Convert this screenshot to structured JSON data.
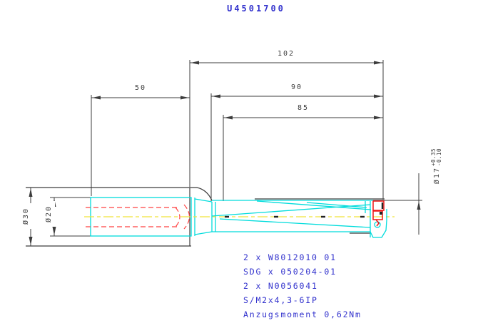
{
  "title": "U4501700",
  "dims": {
    "d102": "102",
    "d90": "90",
    "d85": "85",
    "d50": "50",
    "dia30": "Ø30",
    "dia20": "Ø20",
    "dia17": "Ø17",
    "dia17_tol_plus": "+0.35",
    "dia17_tol_minus": "-0.10"
  },
  "notes": [
    "2 x W8012010 01",
    "SDG x 050204-01",
    "2 x N0056041",
    "S/M2x4,3-6IP",
    "Anzugsmoment 0,62Nm"
  ],
  "colors": {
    "outline": "#00dcdc",
    "hidden": "#ff4040",
    "insert": "#ee1515",
    "centerline": "#f0e339",
    "dimension": "#3c3c3c",
    "annotation": "#3232cd"
  }
}
